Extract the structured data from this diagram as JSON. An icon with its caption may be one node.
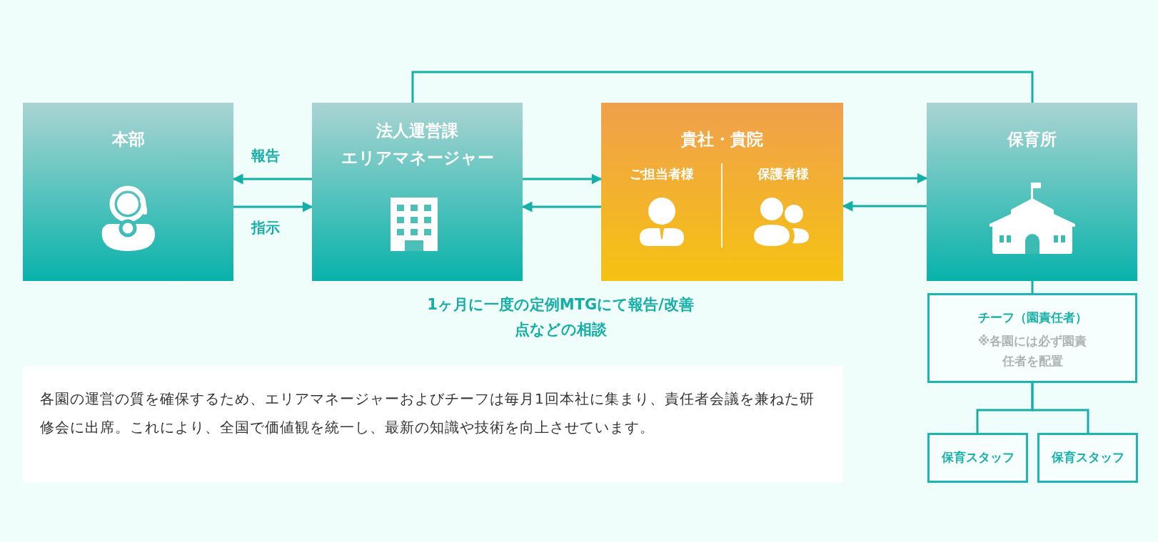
{
  "diagram": {
    "nodes": [
      {
        "text": [
          "本部"
        ]
      },
      {
        "text": [
          "法人運営課",
          "エリアマネージャー"
        ]
      },
      {
        "text": [
          "貴社・貴院"
        ]
      },
      {
        "text": [
          "ご担当者様"
        ],
        "in": 2
      },
      {
        "text": [
          "保護者様"
        ],
        "in": 2
      },
      {
        "text": [
          "保育所"
        ]
      },
      {
        "text": [
          "チーフ（園責任者）",
          "※各園には必ず園責任者を配置"
        ]
      },
      {
        "text": [
          "保育スタッフ"
        ]
      },
      {
        "text": [
          "保育スタッフ"
        ]
      }
    ],
    "edges": [
      {
        "from": 1,
        "to": 0,
        "arrow": "to",
        "label": "報告"
      },
      {
        "from": 0,
        "to": 1,
        "arrow": "to",
        "label": "指示"
      },
      {
        "from": 1,
        "to": 2,
        "arrow": "to"
      },
      {
        "from": 2,
        "to": 1,
        "arrow": "to"
      },
      {
        "from": 2,
        "to": 5,
        "arrow": "to"
      },
      {
        "from": 5,
        "to": 2,
        "arrow": "to"
      },
      {
        "from": 1,
        "to": 5,
        "arrow": "none"
      },
      {
        "from": 5,
        "to": 6,
        "arrow": "none"
      },
      {
        "from": 6,
        "to": 7,
        "arrow": "none"
      },
      {
        "from": 6,
        "to": 8,
        "arrow": "none"
      }
    ],
    "labels": [
      "1ヶ月に一度の定例MTGにて報告/改善点などの相談",
      "各園の運営の質を確保するため、エリアマネージャーおよびチーフは毎月1回本社に集まり、責任者会議を兼ねた研修会に出席。これにより、全国で価値観を統一し、最新の知識や技術を向上させています。"
    ]
  }
}
